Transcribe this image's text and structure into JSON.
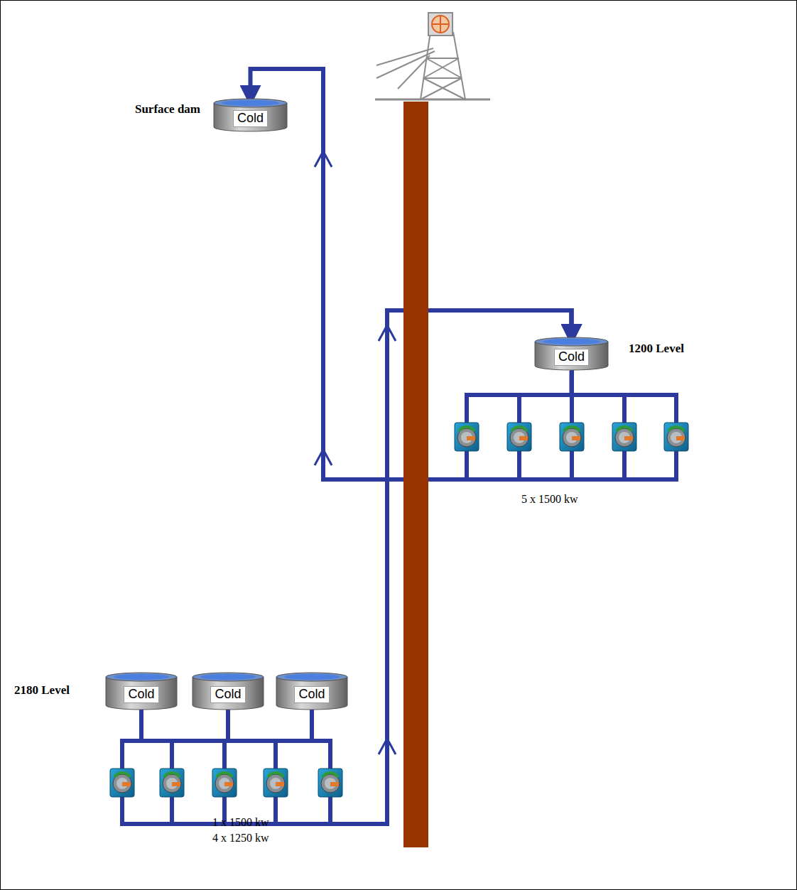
{
  "diagram": {
    "nodes": [
      {
        "text": [
          "Surface dam",
          "Cold"
        ]
      },
      {
        "text": [
          "Cold"
        ]
      },
      {
        "text": [
          "Cold"
        ]
      },
      {
        "text": [
          "Cold"
        ]
      },
      {
        "text": [
          "Cold"
        ]
      }
    ],
    "edges": [
      {
        "from": 2,
        "to": 1,
        "arrow": "to"
      },
      {
        "from": 3,
        "to": 1,
        "arrow": "to"
      },
      {
        "from": 4,
        "to": 1,
        "arrow": "to"
      },
      {
        "from": 1,
        "to": 0,
        "arrow": "to"
      }
    ],
    "labels": [
      "1200 Level",
      "2180 Level",
      "5 x 1500 kw",
      "1 x 1500 kw",
      "4 x 1250 kw"
    ]
  }
}
